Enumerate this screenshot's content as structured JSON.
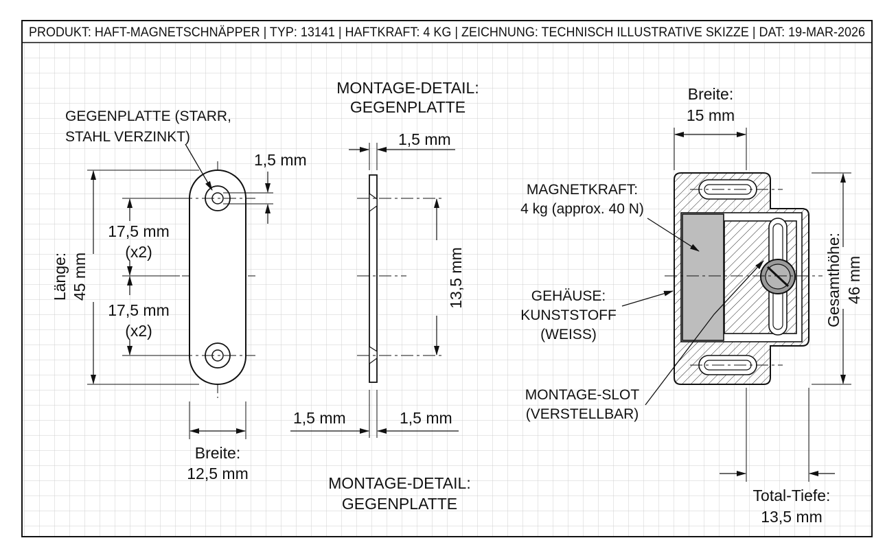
{
  "header": {
    "title": "PRODUKT: HAFT-MAGNETSCHNÄPPER | TYP: 13141 | HAFTKRAFT: 4 KG | ZEICHNUNG: TECHNISCH ILLUSTRATIVE SKIZZE | DAT: 19-MAR-2026"
  },
  "plate": {
    "callout_l1": "GEGENPLATTE (STARR,",
    "callout_l2": "STAHL VERZINKT)",
    "hole_dim": "1,5 mm",
    "spacing_upper_l1": "17,5 mm",
    "spacing_upper_l2": "(x2)",
    "spacing_lower_l1": "17,5 mm",
    "spacing_lower_l2": "(x2)",
    "length_l1": "Länge:",
    "length_l2": "45 mm",
    "width_l1": "Breite:",
    "width_l2": "12,5 mm"
  },
  "side_detail": {
    "title_top_l1": "MONTAGE-DETAIL:",
    "title_top_l2": "GEGENPLATTE",
    "thickness_top": "1,5 mm",
    "height_dim": "13,5 mm",
    "bottom_left": "1,5 mm",
    "bottom_right": "1,5 mm",
    "title_bottom_l1": "MONTAGE-DETAIL:",
    "title_bottom_l2": "GEGENPLATTE"
  },
  "catch": {
    "width_l1": "Breite:",
    "width_l2": "15 mm",
    "magnet_l1": "MAGNETKRAFT:",
    "magnet_l2": "4 kg (approx. 40 N)",
    "housing_l1": "GEHÄUSE:",
    "housing_l2": "KUNSTSTOFF",
    "housing_l3": "(WEISS)",
    "slot_l1": "MONTAGE-SLOT",
    "slot_l2": "(VERSTELLBAR)",
    "height_l1": "Gesamthöhe:",
    "height_l2": "46 mm",
    "depth_l1": "Total-Tiefe:",
    "depth_l2": "13,5 mm"
  }
}
